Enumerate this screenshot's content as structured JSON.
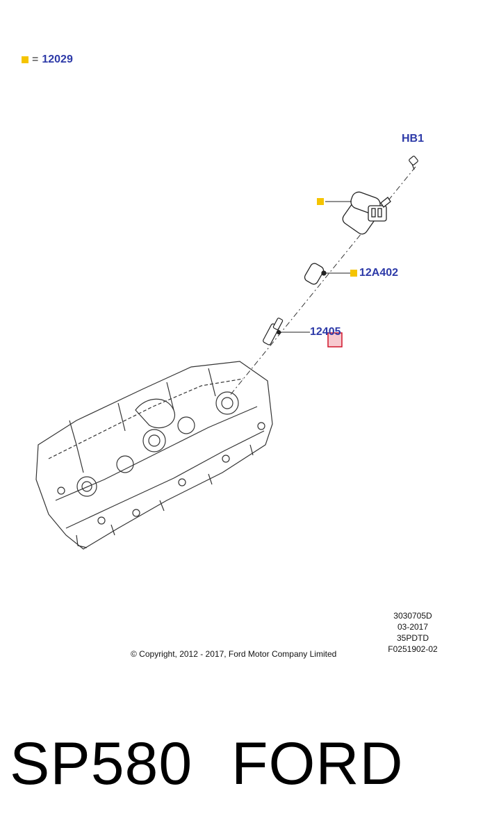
{
  "legend": {
    "marker_color": "#f5c400",
    "equals": "=",
    "part_number": "12029"
  },
  "callouts": {
    "hb1": "HB1",
    "p12a402": "12A402",
    "p12405": "12405"
  },
  "meta": {
    "line1": "3030705D",
    "line2": "03-2017",
    "line3": "35PDTD",
    "line4": "F0251902-02"
  },
  "copyright": "© Copyright, 2012 - 2017, Ford Motor Company Limited",
  "caption": {
    "part": "SP580",
    "brand": "FORD"
  },
  "colors": {
    "callout_text": "#2d3aa8",
    "marker": "#f5c400",
    "highlight_border": "#d0152a",
    "highlight_fill": "#f7c9cf"
  }
}
